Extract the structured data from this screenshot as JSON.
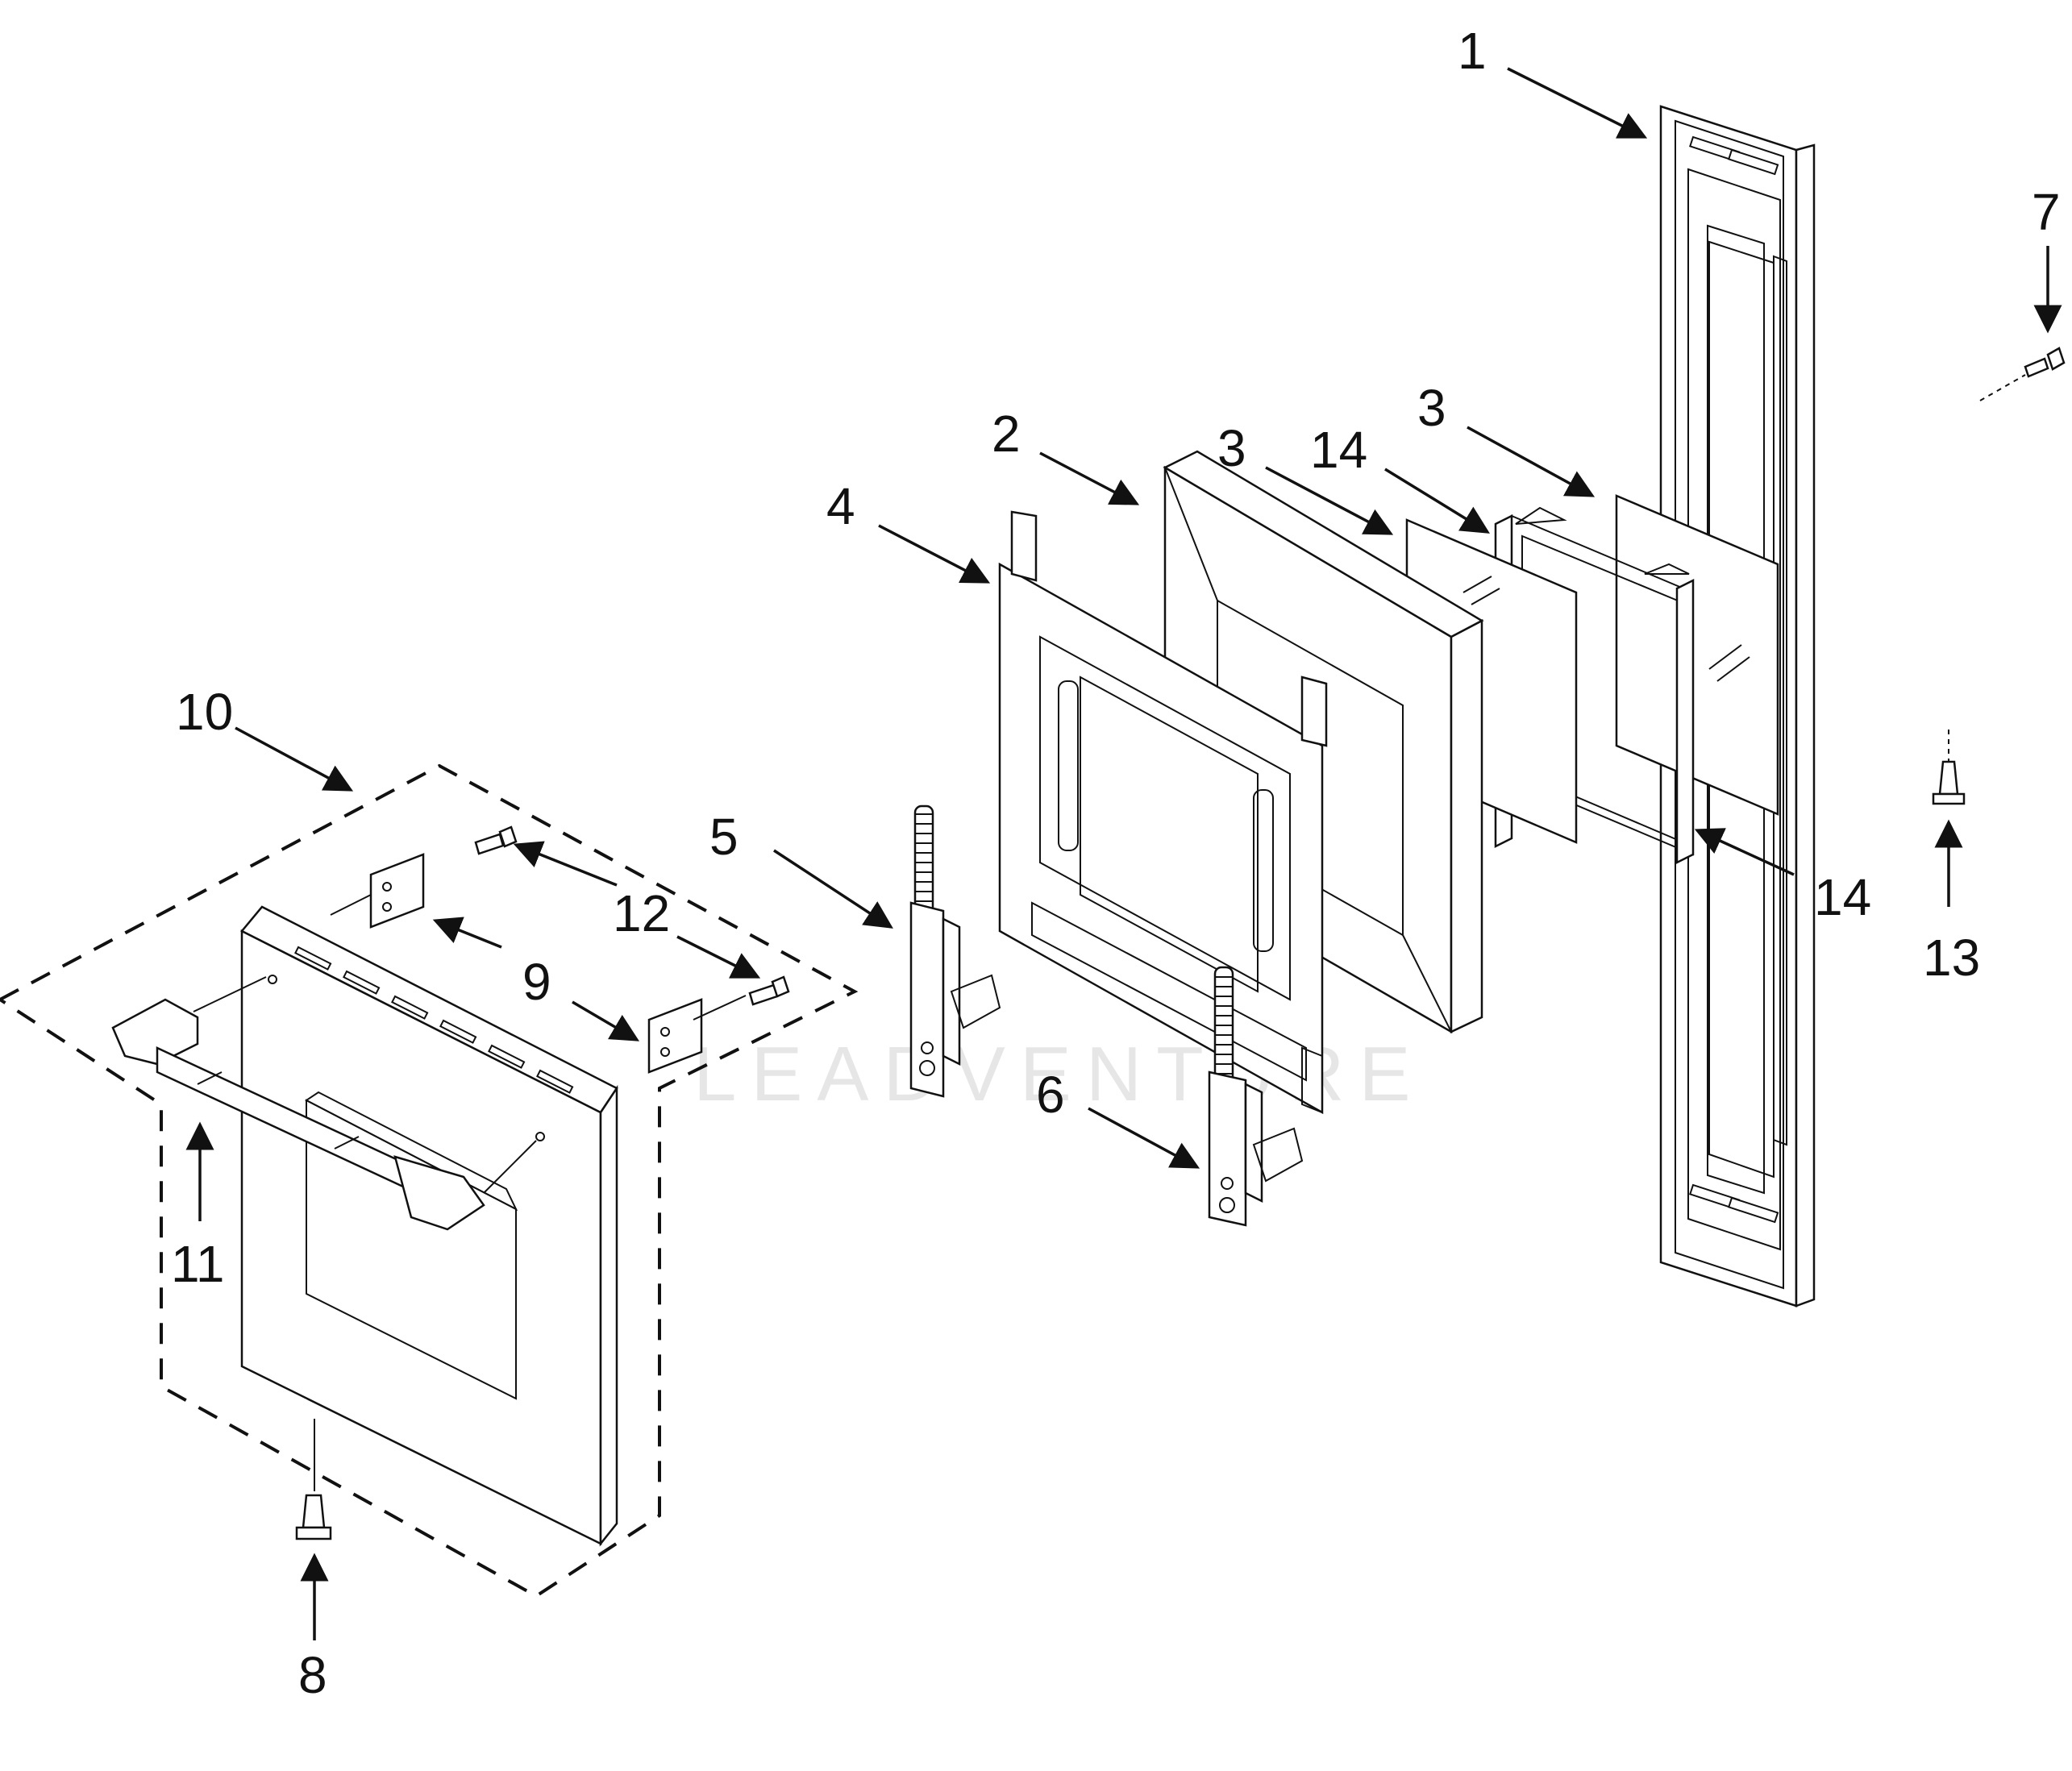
{
  "watermark": "LEADVENTURE",
  "callouts": [
    "1",
    "2",
    "3",
    "3",
    "4",
    "5",
    "6",
    "7",
    "8",
    "9",
    "10",
    "11",
    "12",
    "13",
    "14",
    "14"
  ],
  "colors": {
    "line": "#111111",
    "background": "#ffffff",
    "watermark": "#e6e6e6"
  }
}
